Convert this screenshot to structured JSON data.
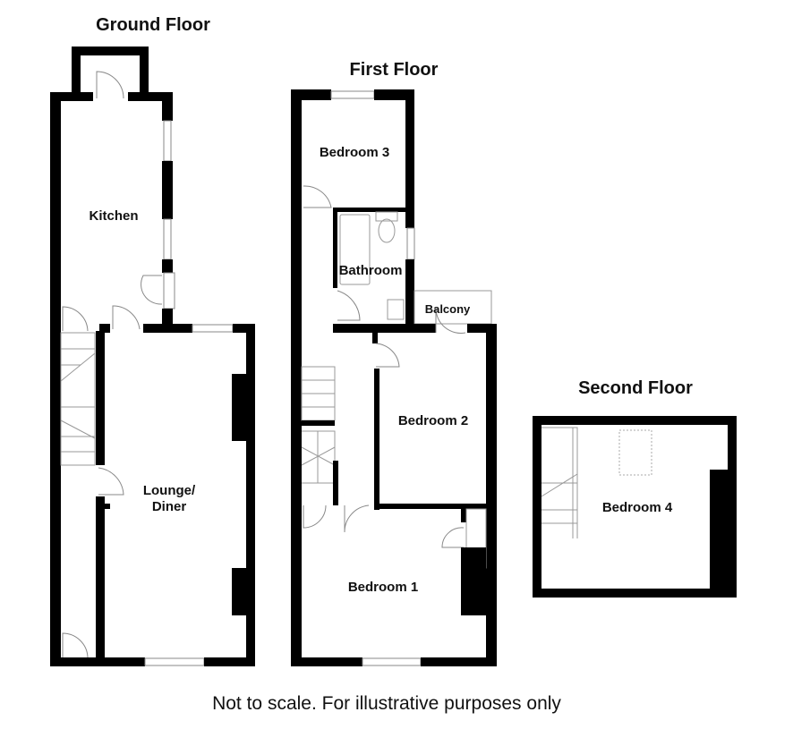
{
  "floors": {
    "ground": {
      "title": "Ground Floor",
      "rooms": {
        "kitchen": "Kitchen",
        "lounge_line1": "Lounge/",
        "lounge_line2": "Diner"
      }
    },
    "first": {
      "title": "First Floor",
      "rooms": {
        "bedroom3": "Bedroom 3",
        "bathroom": "Bathroom",
        "balcony": "Balcony",
        "bedroom2": "Bedroom 2",
        "bedroom1": "Bedroom 1"
      }
    },
    "second": {
      "title": "Second Floor",
      "rooms": {
        "bedroom4": "Bedroom 4"
      }
    }
  },
  "footer": "Not to scale. For illustrative purposes only"
}
